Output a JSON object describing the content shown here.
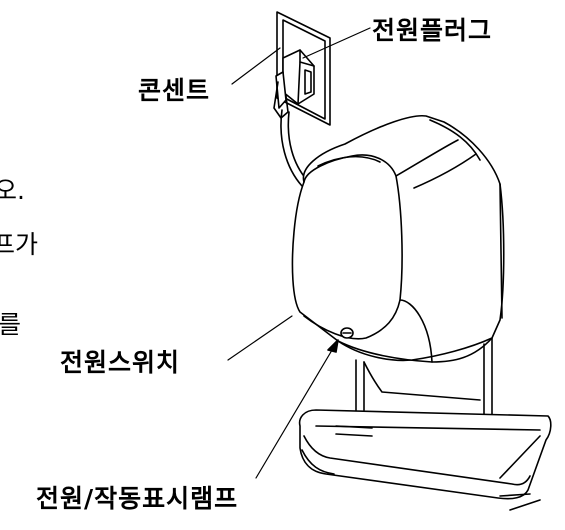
{
  "labels": {
    "power_plug": "전원플러그",
    "outlet": "콘센트",
    "power_switch": "전원스위치",
    "power_indicator_lamp": "전원/작동표시램프"
  },
  "cropped_text": {
    "line1": "오.",
    "line2": "프가",
    "line3": "를"
  }
}
